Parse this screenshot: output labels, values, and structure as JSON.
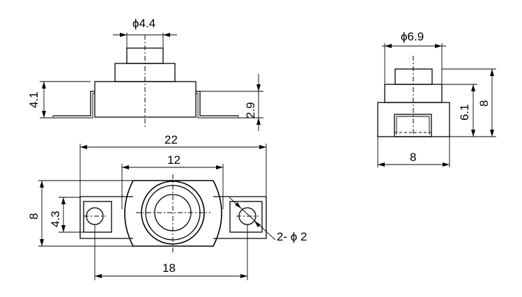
{
  "dimensions": {
    "top_bore_diameter": "ϕ4.4",
    "left_height": "4.1",
    "body_height": "2.9",
    "overall_width": "22",
    "body_width": "12",
    "overall_height": "8",
    "slot_height": "4.3",
    "hole_spacing": "18",
    "hole_callout": "2- ϕ 2",
    "side_top_diameter": "ϕ6.9",
    "side_mid_height": "6.1",
    "side_height": "8",
    "side_width": "8"
  },
  "colors": {
    "line": "#000000",
    "background": "#ffffff"
  }
}
